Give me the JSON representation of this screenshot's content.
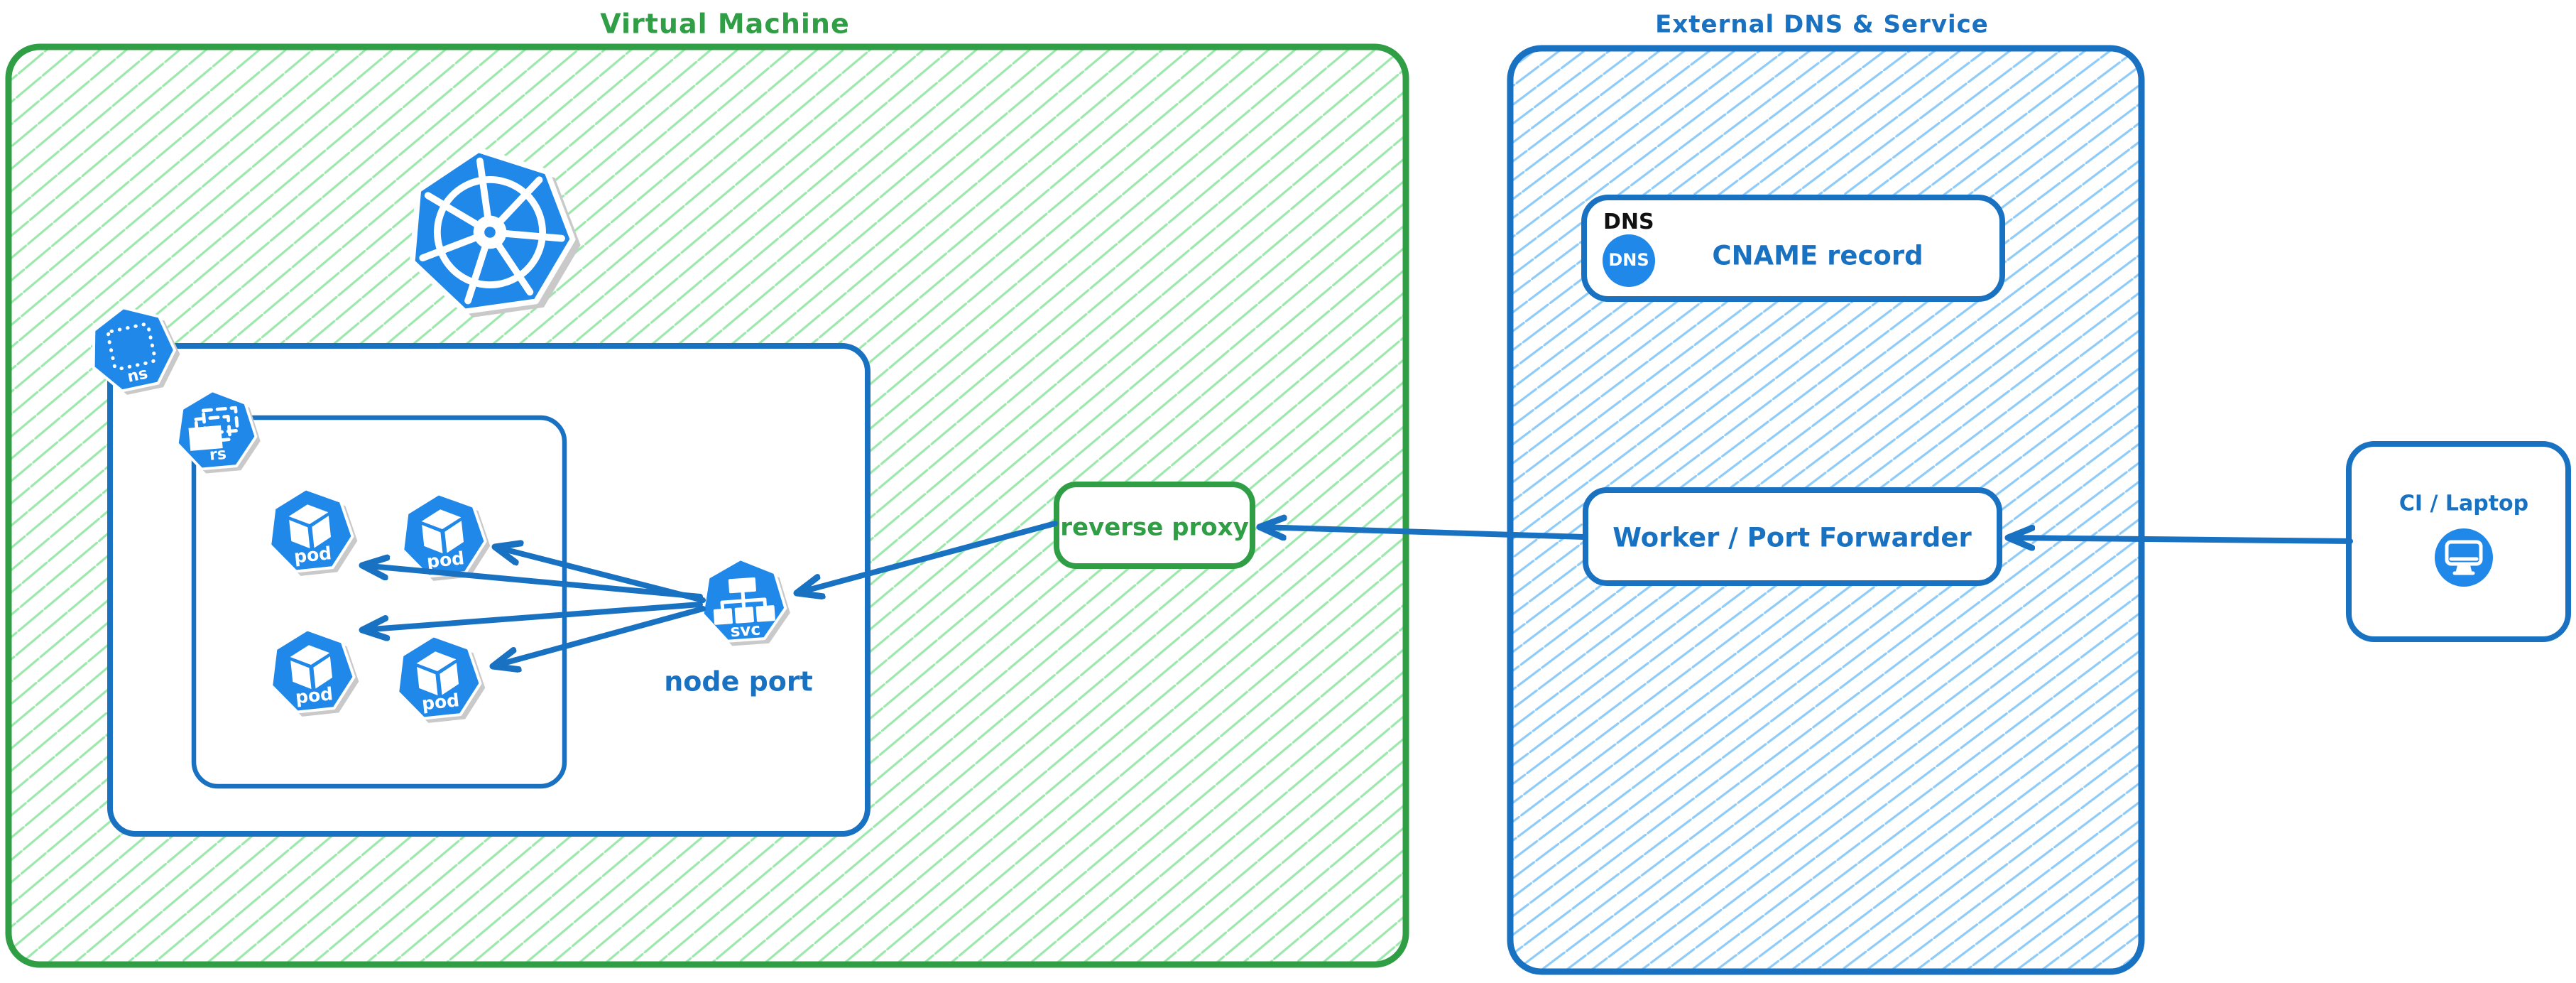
{
  "colors": {
    "green": "#2f9e44",
    "green_hatch": "#9ce8ac",
    "blue": "#1971c2",
    "blue_hatch": "#8ecbf9",
    "icon_blue": "#2088e8",
    "shadow_gray": "#c9c9c9",
    "ink": "#111111",
    "white": "#ffffff"
  },
  "vm": {
    "title": "Virtual Machine",
    "ns_label": "ns",
    "rs_label": "rs",
    "svc_label": "svc",
    "node_port_caption": "node port",
    "pods": [
      "pod",
      "pod",
      "pod",
      "pod"
    ]
  },
  "reverse_proxy": {
    "label": "reverse proxy"
  },
  "external": {
    "title": "External DNS & Service",
    "dns_tag": "DNS",
    "dns_badge": "DNS",
    "cname_label": "CNAME record",
    "worker_label": "Worker / Port Forwarder"
  },
  "ci": {
    "label": "CI / Laptop"
  }
}
